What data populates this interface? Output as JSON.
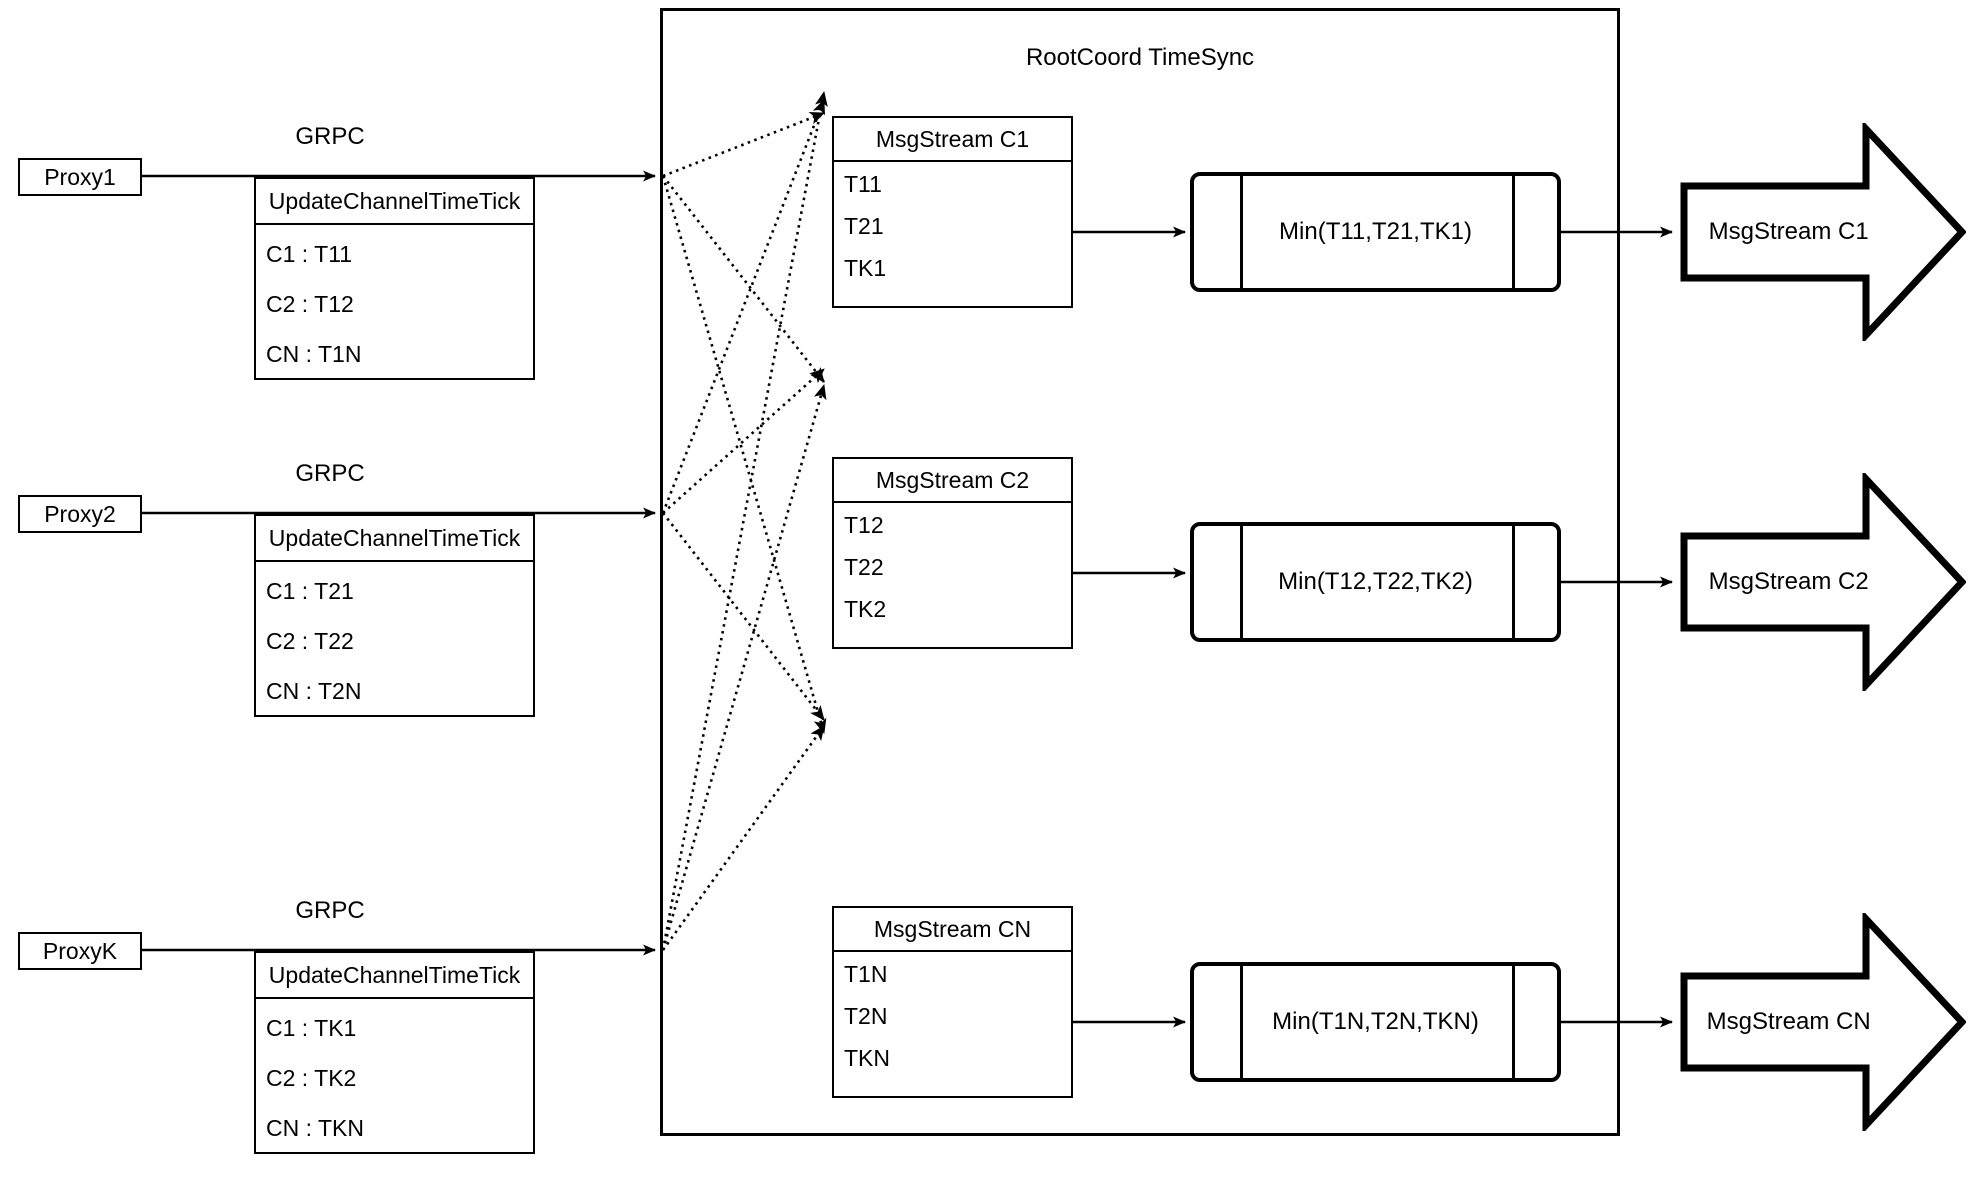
{
  "diagram": {
    "title": "RootCoord TimeSync",
    "container_label": "RootCoord TimeSync"
  },
  "proxies": [
    {
      "name": "Proxy1",
      "grpc_label": "GRPC",
      "request": {
        "header": "UpdateChannelTimeTick",
        "rows": [
          "C1 :  T11",
          "C2 :  T12",
          "CN : T1N"
        ]
      }
    },
    {
      "name": "Proxy2",
      "grpc_label": "GRPC",
      "request": {
        "header": "UpdateChannelTimeTick",
        "rows": [
          "C1 :  T21",
          "C2 :  T22",
          "CN : T2N"
        ]
      }
    },
    {
      "name": "ProxyK",
      "grpc_label": "GRPC",
      "request": {
        "header": "UpdateChannelTimeTick",
        "rows": [
          "C1 :  TK1",
          "C2 :  TK2",
          "CN : TKN"
        ]
      }
    }
  ],
  "channels": [
    {
      "msgstream": {
        "header": "MsgStream C1",
        "rows": [
          "T11",
          "T21",
          "TK1"
        ]
      },
      "process": "Min(T11,T21,TK1)",
      "output": "MsgStream C1"
    },
    {
      "msgstream": {
        "header": "MsgStream C2",
        "rows": [
          "T12",
          "T22",
          "TK2"
        ]
      },
      "process": "Min(T12,T22,TK2)",
      "output": "MsgStream C2"
    },
    {
      "msgstream": {
        "header": "MsgStream CN",
        "rows": [
          "T1N",
          "T2N",
          "TKN"
        ]
      },
      "process": "Min(T1N,T2N,TKN)",
      "output": "MsgStream CN"
    }
  ],
  "colors": {
    "stroke": "#000000",
    "background": "#ffffff"
  }
}
